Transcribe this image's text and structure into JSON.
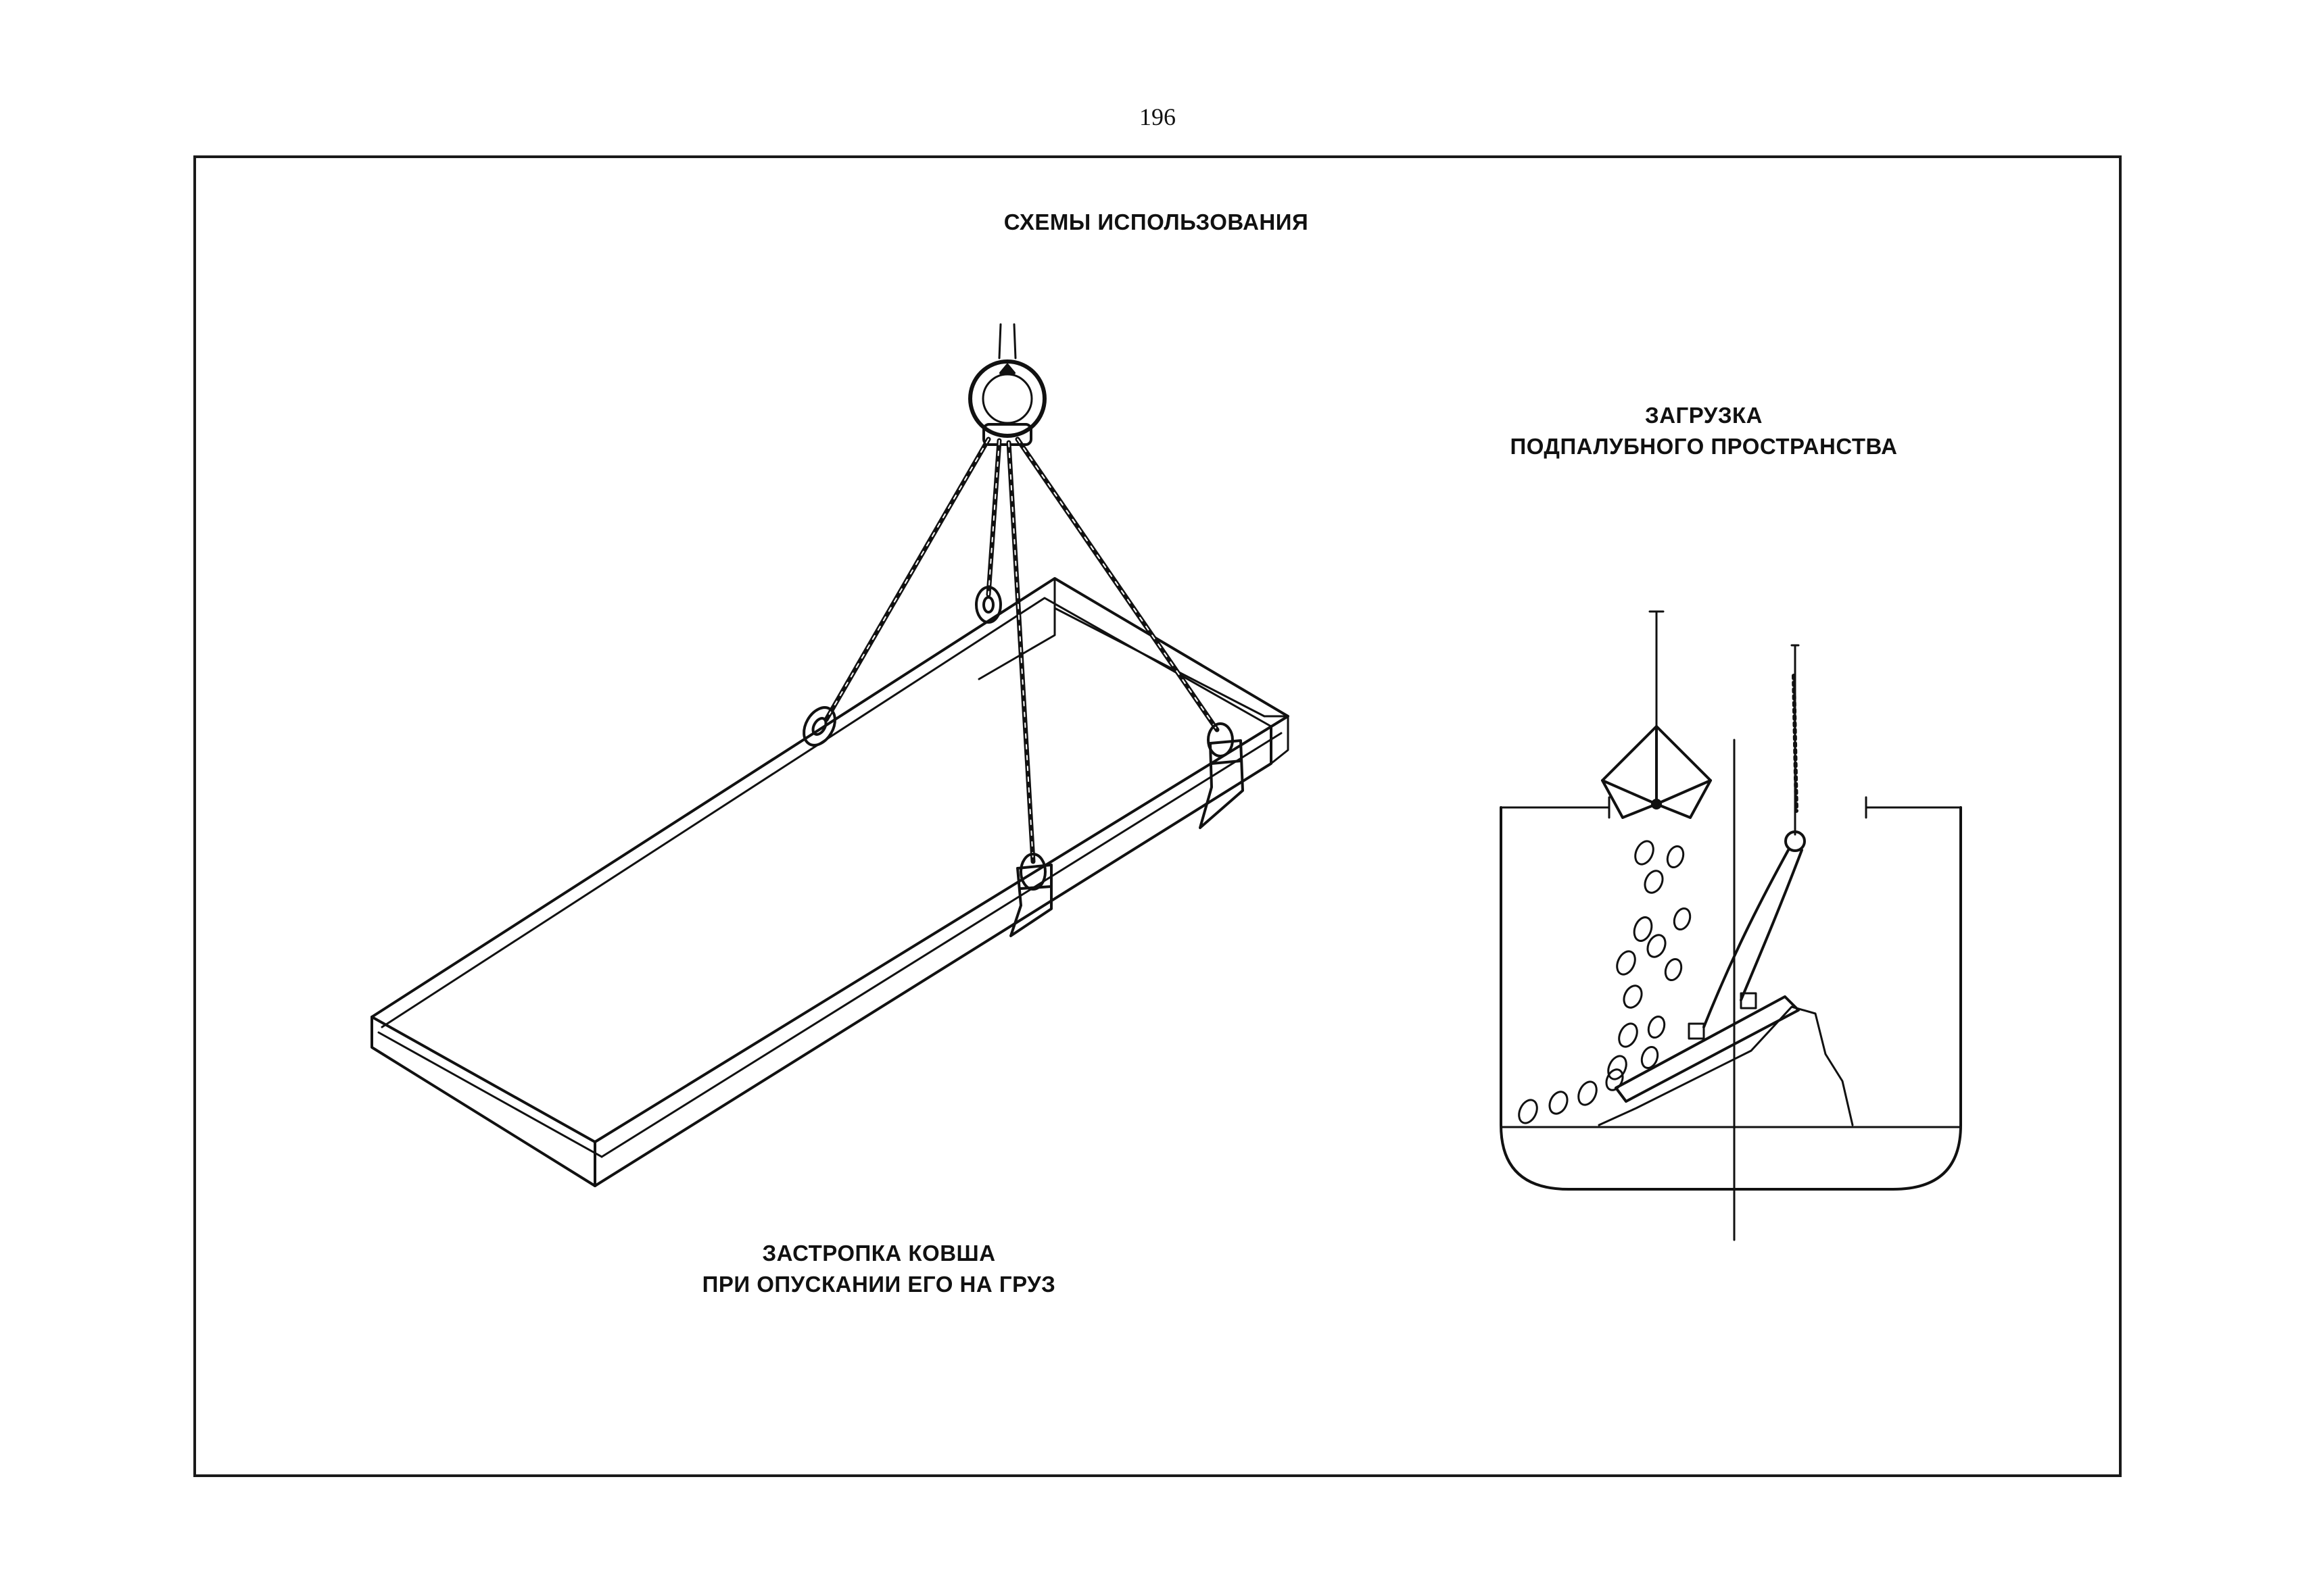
{
  "page_number": "196",
  "title": "СХЕМЫ ИСПОЛЬЗОВАНИЯ",
  "hold_loading": {
    "lines": [
      "ЗАГРУЗКА",
      "ПОДПАЛУБНОГО ПРОСТРАНСТВА"
    ]
  },
  "bucket_slinging": {
    "lines": [
      "ЗАСТРОПКА КОВША",
      "ПРИ ОПУСКАНИИ ЕГО  НА ГРУЗ"
    ]
  },
  "colors": {
    "ink": "#111111",
    "paper": "#ffffff"
  }
}
